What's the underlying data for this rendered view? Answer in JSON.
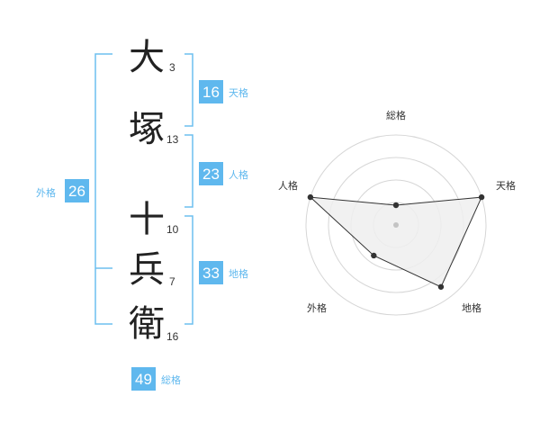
{
  "name_characters": [
    {
      "char": "大",
      "strokes": "3"
    },
    {
      "char": "塚",
      "strokes": "13"
    },
    {
      "char": "十",
      "strokes": "10"
    },
    {
      "char": "兵",
      "strokes": "7"
    },
    {
      "char": "衛",
      "strokes": "16"
    }
  ],
  "kaku": {
    "tenkaku": {
      "value": "16",
      "label": "天格"
    },
    "jinkaku": {
      "value": "23",
      "label": "人格"
    },
    "chikaku": {
      "value": "33",
      "label": "地格"
    },
    "gaikaku": {
      "value": "26",
      "label": "外格"
    },
    "soukaku": {
      "value": "49",
      "label": "総格"
    }
  },
  "colors": {
    "accent": "#5fb8ee",
    "bracket": "#6dbfef",
    "text": "#222222",
    "radar_fill": "#eeeeee",
    "radar_line": "#333333",
    "ring": "#d6d6d6"
  },
  "chart_data": {
    "type": "radar",
    "axes": [
      "総格",
      "天格",
      "地格",
      "外格",
      "人格"
    ],
    "values": [
      0.22,
      1.0,
      0.85,
      0.42,
      1.0
    ],
    "rings": 4
  }
}
